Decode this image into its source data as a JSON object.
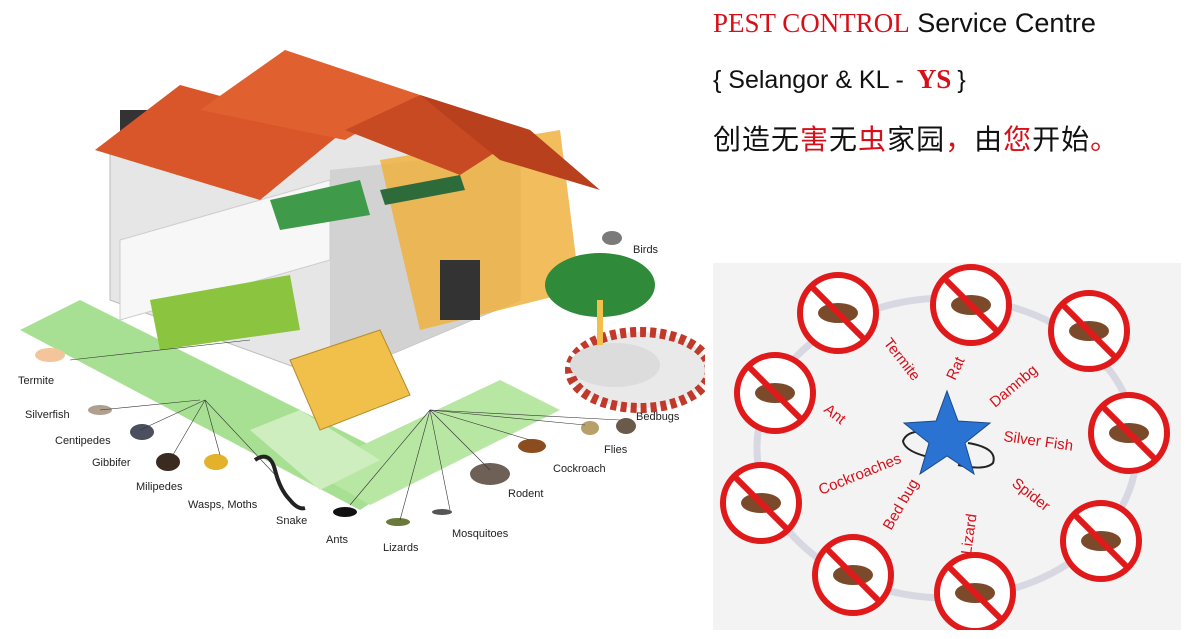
{
  "header": {
    "line1_red": "PEST CONTROL",
    "line1_black": " Service Centre",
    "line2_pre": "{ Selangor & KL - ",
    "line2_red": "YS",
    "line2_post": "}",
    "line3": [
      {
        "text": "创造无",
        "red": false
      },
      {
        "text": "害",
        "red": true
      },
      {
        "text": "无",
        "red": false
      },
      {
        "text": "虫",
        "red": true
      },
      {
        "text": "家园",
        "red": false
      },
      {
        "text": "，",
        "red": true
      },
      {
        "text": "由",
        "red": false
      },
      {
        "text": "您",
        "red": true
      },
      {
        "text": "开始",
        "red": false
      },
      {
        "text": "。",
        "red": true
      }
    ]
  },
  "house_labels": {
    "birds": "Birds",
    "termite": "Termite",
    "silverfish": "Silverfish",
    "centipedes": "Centipedes",
    "gibbifer": "Gibbifer",
    "milipedes": "Milipedes",
    "wasps": "Wasps, Moths",
    "snake": "Snake",
    "ants": "Ants",
    "lizards": "Lizards",
    "mosquitoes": "Mosquitoes",
    "rodent": "Rodent",
    "cockroach": "Cockroach",
    "flies": "Flies",
    "bedbugs": "Bedbugs"
  },
  "ring_labels": {
    "termite": "Termite",
    "rat": "Rat",
    "damnbg": "Damnbg",
    "ant": "Ant",
    "silverfish": "Silver Fish",
    "cockroaches": "Cockroaches",
    "spider": "Spider",
    "bedbug": "Bed bug",
    "lizard": "Lizard"
  },
  "colors": {
    "accent_red": "#d6101a",
    "roof": "#d9552a",
    "lawn": "#9fdc8a",
    "star": "#2a73d2",
    "tree": "#2f8a3a"
  },
  "icons": {
    "prohibition": "no-entry-sign-icon",
    "star": "blue-star-icon"
  }
}
